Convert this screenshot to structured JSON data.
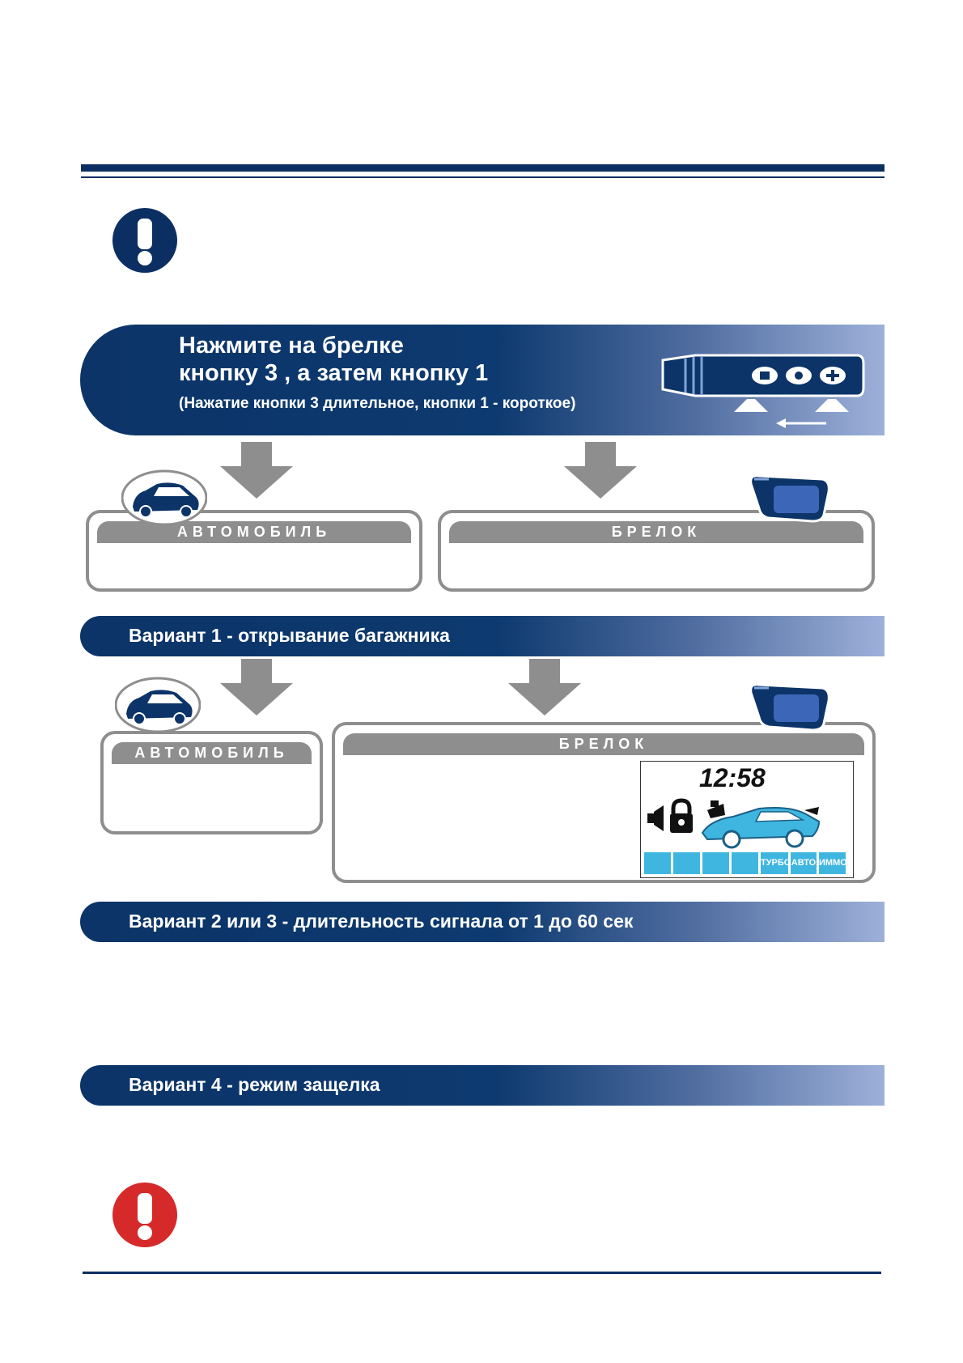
{
  "main_banner": {
    "line1": "Нажмите на брелке",
    "line2": "кнопку 3 , а затем кнопку 1",
    "line3": "(Нажатие кнопки 3 длительное, кнопки 1 - короткое)"
  },
  "panels": {
    "car_label": "АВТОМОБИЛЬ",
    "fob_label": "БРЕЛОК"
  },
  "sections": {
    "variant1": "Вариант 1 - открывание багажника",
    "variant23": "Вариант 2 или 3  - длительность сигнала от 1 до 60 сек",
    "variant4": "Вариант 4 - режим защелка"
  },
  "lcd": {
    "time": "12:58",
    "tabs": [
      "ТУРБО",
      "АВТО",
      "ИММО"
    ]
  },
  "colors": {
    "navy": "#0b2f63",
    "gray": "#8e8e8e",
    "warning_red": "#d62a2a",
    "lcd_cyan": "#3fb6e0"
  }
}
